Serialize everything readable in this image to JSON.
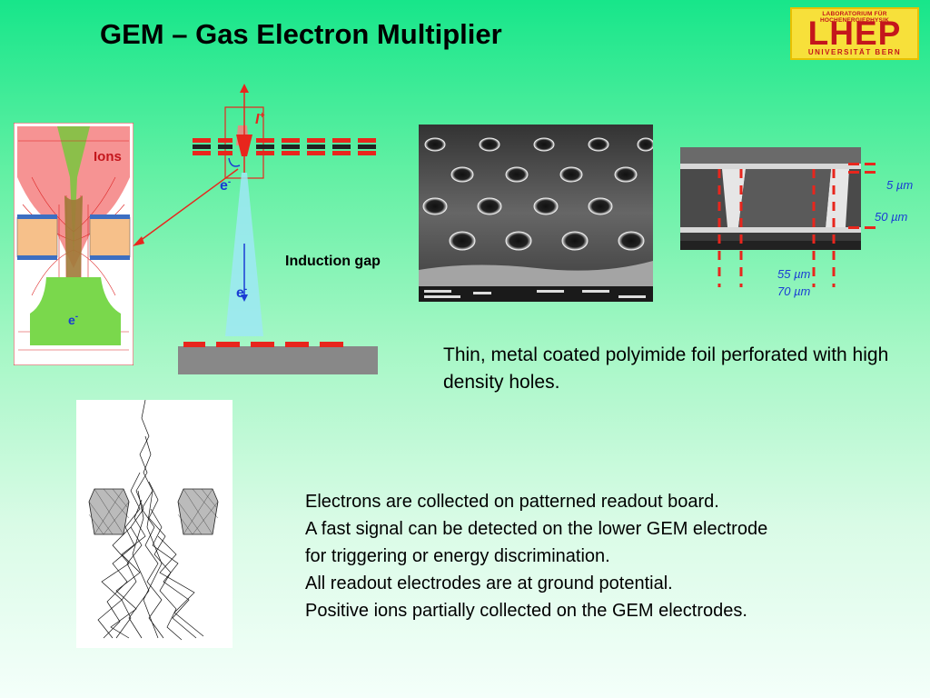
{
  "slide": {
    "title": "GEM – Gas Electron Multiplier",
    "logo": {
      "line1": "LABORATORIUM FÜR HOCHENERGIEPHYSIK",
      "main": "LHEP",
      "line2": "UNIVERSITÄT BERN"
    },
    "field_sim": {
      "ions_label": "Ions",
      "electron_label": "e",
      "superscript": "-"
    },
    "schematic": {
      "ion_label": "I",
      "ion_sup": "+",
      "electron_top": "e",
      "electron_bottom": "e",
      "superscript": "-",
      "induction_label": "Induction gap"
    },
    "dimensions": {
      "d1": "5 µm",
      "d2": "50 µm",
      "d3": "55 µm",
      "d4": "70 µm"
    },
    "description_foil": "Thin, metal coated polyimide foil perforated with high density holes.",
    "description_readout": [
      "Electrons are collected on patterned readout board.",
      "A fast signal can be detected on the lower GEM electrode",
      "for triggering or energy discrimination.",
      "All readout electrodes are at ground potential.",
      "Positive ions partially collected on the GEM electrodes."
    ],
    "colors": {
      "title": "#000000",
      "logo_bg": "#f7e03a",
      "logo_text": "#c4161c",
      "electrode_red": "#e8261d",
      "dimension_blue": "#1a3cd4",
      "electron_blue": "#1a3cd4"
    }
  }
}
